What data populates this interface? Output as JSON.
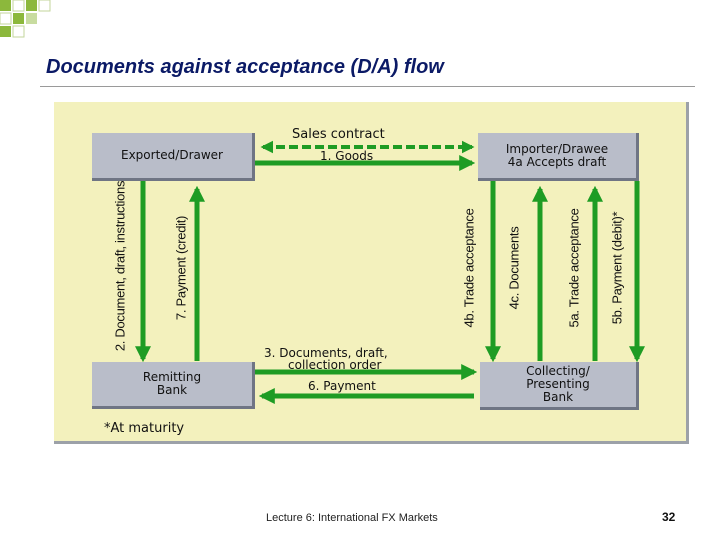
{
  "slide": {
    "title": "Documents against acceptance (D/A) flow",
    "footer": "Lecture 6: International FX Markets",
    "page_number": "32"
  },
  "colors": {
    "title": "#0b1a66",
    "panel_background": "#f3f1bd",
    "box_fill": "#b9bdc9",
    "arrow_green": "#1e9c24",
    "deco_green": "#8cb83c"
  },
  "nodes": {
    "exporter": [
      "Exported/Drawer"
    ],
    "importer": [
      "Importer/Drawee",
      "4a Accepts draft"
    ],
    "remitting": [
      "Remitting",
      "Bank"
    ],
    "collecting": [
      "Collecting/",
      "Presenting",
      "Bank"
    ]
  },
  "edges": {
    "sales_contract": "Sales contract",
    "goods": "1. Goods",
    "documents_line1": "3. Documents, draft,",
    "documents_line2": "collection order",
    "payment6": "6. Payment",
    "doc_instructions": "2. Document, draft, instructions",
    "payment_credit": "7. Payment (credit)",
    "trade_acceptance_4b": "4b. Trade acceptance",
    "documents_4c": "4c. Documents",
    "trade_acceptance_5a": "5a. Trade acceptance",
    "payment_debit": "5b. Payment (debit)*"
  },
  "note": "*At maturity"
}
